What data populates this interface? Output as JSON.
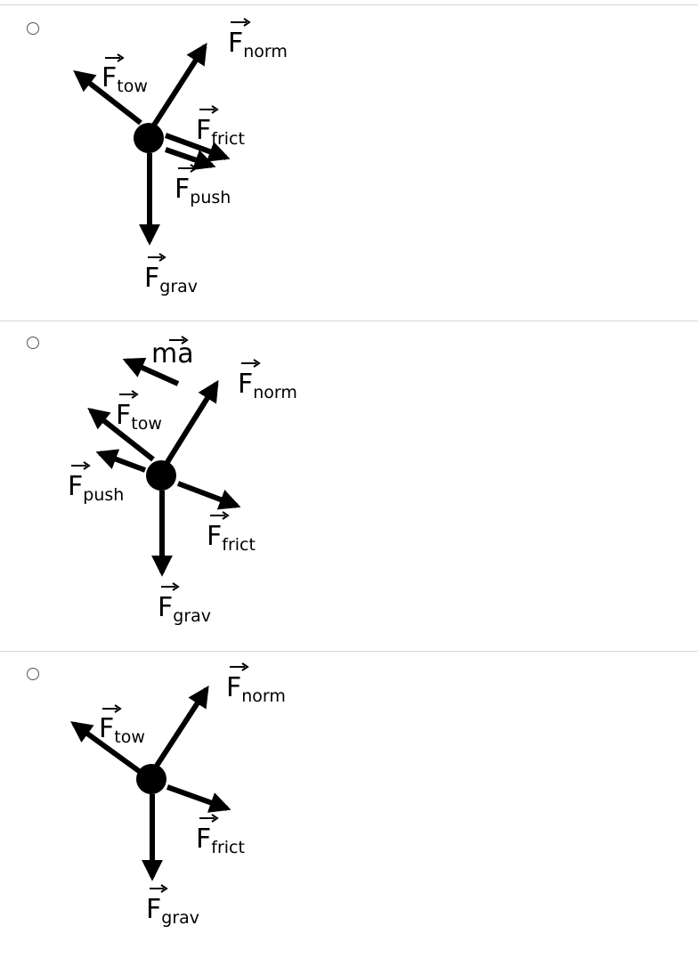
{
  "options": [
    {
      "labels": {
        "norm": {
          "main": "F",
          "sub": "norm"
        },
        "tow": {
          "main": "F",
          "sub": "tow"
        },
        "frict": {
          "main": "F",
          "sub": "frict"
        },
        "push": {
          "main": "F",
          "sub": "push"
        },
        "grav": {
          "main": "F",
          "sub": "grav"
        }
      }
    },
    {
      "labels": {
        "ma": {
          "main": "ma"
        },
        "norm": {
          "main": "F",
          "sub": "norm"
        },
        "tow": {
          "main": "F",
          "sub": "tow"
        },
        "push": {
          "main": "F",
          "sub": "push"
        },
        "frict": {
          "main": "F",
          "sub": "frict"
        },
        "grav": {
          "main": "F",
          "sub": "grav"
        }
      }
    },
    {
      "labels": {
        "norm": {
          "main": "F",
          "sub": "norm"
        },
        "tow": {
          "main": "F",
          "sub": "tow"
        },
        "frict": {
          "main": "F",
          "sub": "frict"
        },
        "grav": {
          "main": "F",
          "sub": "grav"
        }
      }
    }
  ]
}
